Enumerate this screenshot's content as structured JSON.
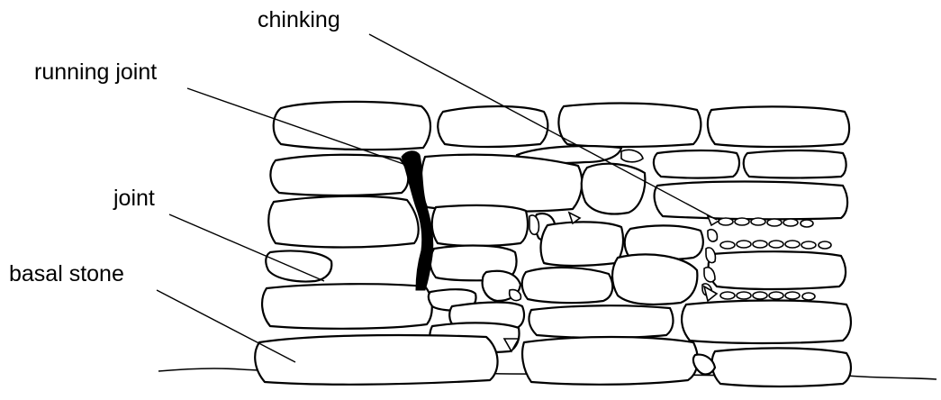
{
  "diagram": {
    "labels": {
      "chinking": "chinking",
      "running_joint": "running joint",
      "joint": "joint",
      "basal_stone": "basal stone"
    },
    "colors": {
      "ink": "#000000",
      "background": "#ffffff"
    }
  }
}
